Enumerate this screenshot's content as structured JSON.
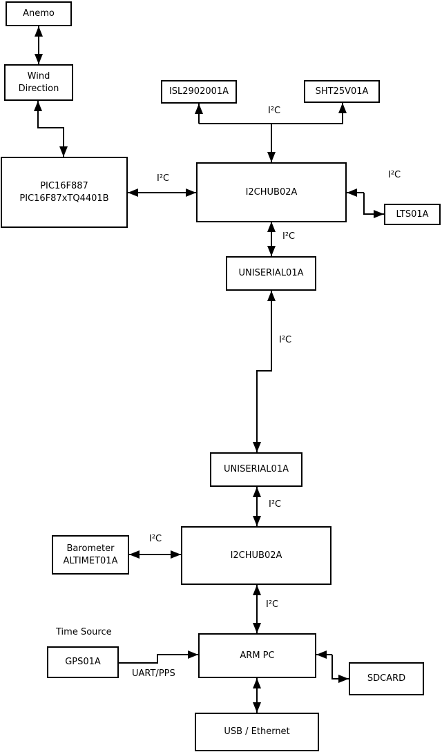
{
  "boxes": {
    "anemo": "Anemo",
    "wind_direction": "Wind\nDirection",
    "pic": "PIC16F887\nPIC16F87xTQ4401B",
    "isl": "ISL2902001A",
    "sht": "SHT25V01A",
    "hub1": "I2CHUB02A",
    "lts": "LTS01A",
    "uniserial1": "UNISERIAL01A",
    "uniserial2": "UNISERIAL01A",
    "hub2": "I2CHUB02A",
    "barometer": "Barometer\nALTIMET01A",
    "arm_pc": "ARM PC",
    "gps": "GPS01A",
    "sdcard": "SDCARD",
    "usb_ethernet": "USB / Ethernet"
  },
  "annotations": {
    "i2c": "I²C",
    "time_source": "Time Source",
    "uart_pps": "UART/PPS"
  },
  "colors": {
    "line": "#000000",
    "background": "#ffffff",
    "text": "#000000"
  }
}
